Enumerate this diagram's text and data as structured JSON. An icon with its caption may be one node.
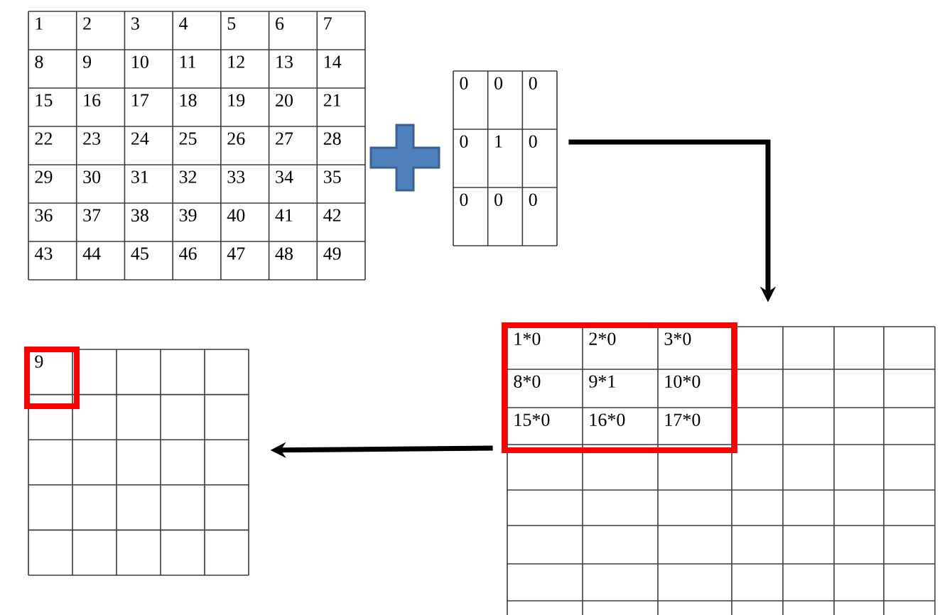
{
  "diagram": {
    "nodes": [
      {
        "text": [],
        "shape": "grid"
      },
      {
        "text": [],
        "shape": "grid"
      },
      {
        "text": [],
        "shape": "grid"
      },
      {
        "text": [],
        "shape": "grid"
      }
    ],
    "edges": [
      {
        "from": 1,
        "to": 2,
        "arrow": "to"
      },
      {
        "from": 2,
        "to": 3,
        "arrow": "to"
      }
    ],
    "labels": [
      "1",
      "2",
      "3",
      "4",
      "5",
      "6",
      "7",
      "8",
      "9",
      "10",
      "11",
      "12",
      "13",
      "14",
      "15",
      "16",
      "17",
      "18",
      "19",
      "20",
      "21",
      "22",
      "23",
      "24",
      "25",
      "26",
      "27",
      "28",
      "29",
      "30",
      "31",
      "32",
      "33",
      "34",
      "35",
      "36",
      "37",
      "38",
      "39",
      "40",
      "41",
      "42",
      "43",
      "44",
      "45",
      "46",
      "47",
      "48",
      "49",
      "0",
      "0",
      "0",
      "0",
      "1",
      "0",
      "0",
      "0",
      "0",
      "1*0",
      "2*0",
      "3*0",
      "8*0",
      "9*1",
      "10*0",
      "15*0",
      "16*0",
      "17*0",
      "9"
    ]
  }
}
